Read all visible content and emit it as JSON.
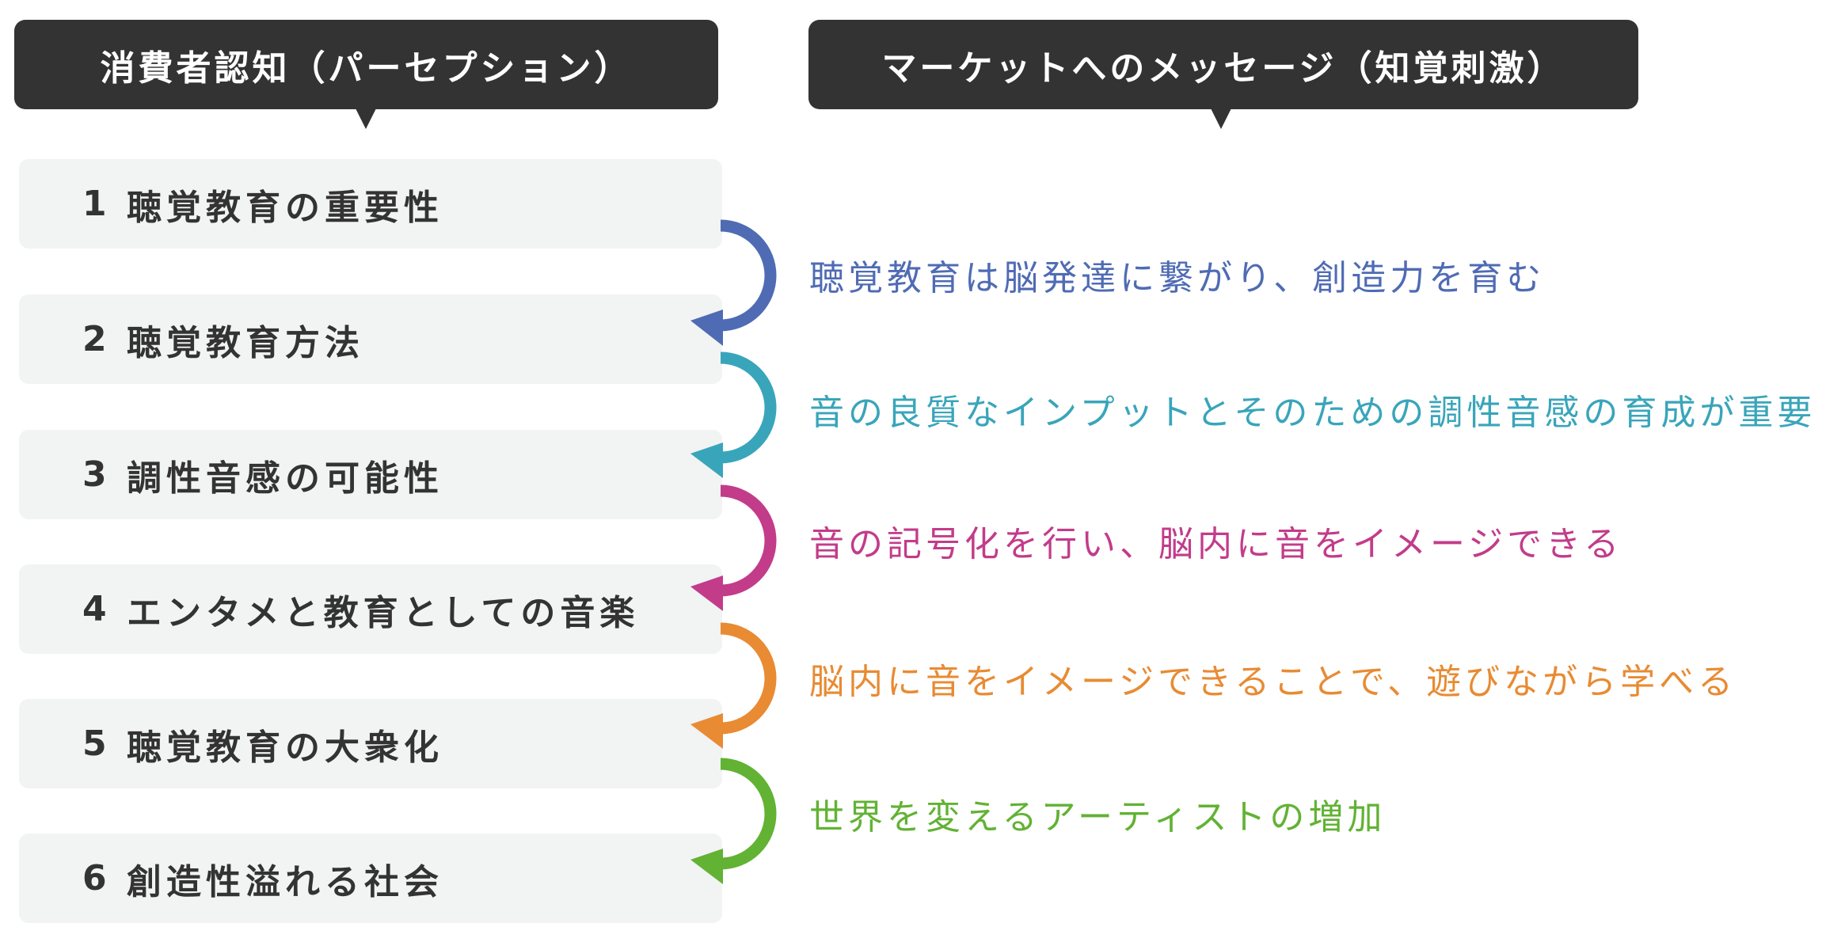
{
  "headers": {
    "perception": "消費者認知（パーセプション）",
    "message": "マーケットへのメッセージ（知覚刺激）"
  },
  "steps": [
    {
      "number": "1",
      "label": "聴覚教育の重要性"
    },
    {
      "number": "2",
      "label": "聴覚教育方法"
    },
    {
      "number": "3",
      "label": "調性音感の可能性"
    },
    {
      "number": "4",
      "label": "エンタメと教育としての音楽"
    },
    {
      "number": "5",
      "label": "聴覚教育の大衆化"
    },
    {
      "number": "6",
      "label": "創造性溢れる社会"
    }
  ],
  "messages": [
    {
      "text": "聴覚教育は脳発達に繋がり、創造力を育む",
      "color": "#4f6bb4"
    },
    {
      "text": "音の良質なインプットとそのための調性音感の育成が重要",
      "color": "#39a5ba"
    },
    {
      "text": "音の記号化を行い、脳内に音をイメージできる",
      "color": "#c23c8a"
    },
    {
      "text": "脳内に音をイメージできることで、遊びながら学べる",
      "color": "#e88b33"
    },
    {
      "text": "世界を変えるアーティストの増加",
      "color": "#62b234"
    }
  ],
  "colors": {
    "header_bg": "#333333",
    "box_bg": "#f2f3f3",
    "text_dark": "#333333"
  },
  "arrow_icons": [
    "curved-arrow-blue",
    "curved-arrow-teal",
    "curved-arrow-magenta",
    "curved-arrow-orange",
    "curved-arrow-green"
  ]
}
